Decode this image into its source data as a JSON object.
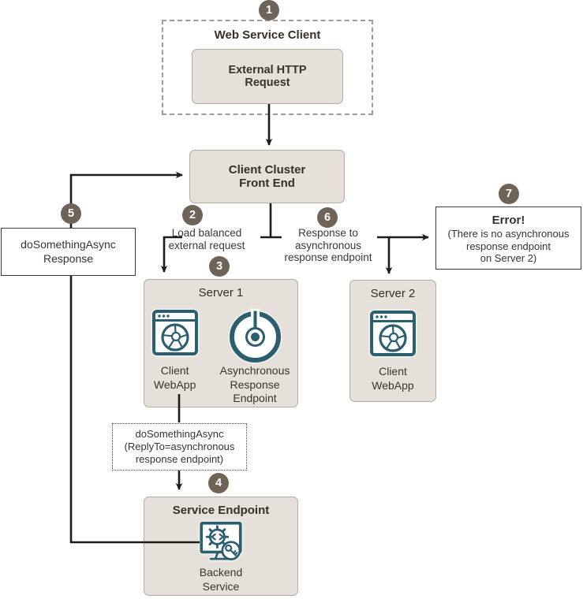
{
  "colors": {
    "accent_teal": "#2b5f6f",
    "badge": "#6f6357",
    "box_fill": "#e5e1da",
    "box_border": "#b1ada4",
    "connector": "#1c1c1c"
  },
  "badges": [
    "1",
    "2",
    "3",
    "4",
    "5",
    "6",
    "7"
  ],
  "web_service_client": {
    "title": "Web Service Client",
    "request_box": "External HTTP\nRequest"
  },
  "client_cluster": {
    "label": "Client Cluster\nFront End"
  },
  "flow_labels": {
    "load_balanced": "Load balanced\nexternal request",
    "response_to": "Response to\nasynchronous\nresponse endpoint"
  },
  "server1": {
    "title": "Server 1",
    "webapp_label": "Client\nWebApp",
    "endpoint_label": "Asynchronous\nResponse\nEndpoint"
  },
  "server2": {
    "title": "Server 2",
    "webapp_label": "Client\nWebApp"
  },
  "async_call_box": {
    "label": "doSomethingAsync\n(ReplyTo=asynchronous\nresponse endpoint)"
  },
  "service_endpoint": {
    "title": "Service Endpoint",
    "backend_label": "Backend\nService"
  },
  "async_response_box": {
    "label": "doSomethingAsync\nResponse"
  },
  "error_box": {
    "title": "Error!",
    "body": "(There is no asynchronous\nresponse endpoint\non Server 2)"
  },
  "icons": {
    "client_webapp": "browser-globe-icon",
    "async_endpoint": "response-endpoint-target-icon",
    "backend_service": "monitor-gear-key-icon"
  }
}
